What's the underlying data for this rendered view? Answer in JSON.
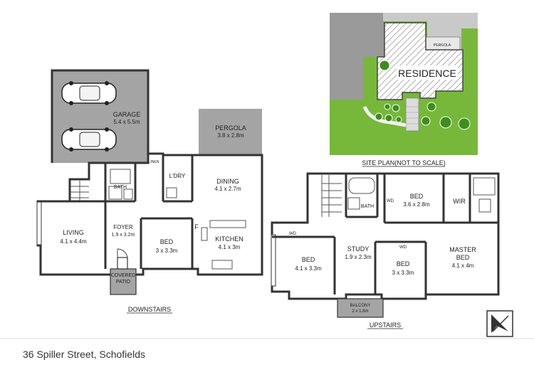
{
  "colors": {
    "grey_area": "#a4a4a4",
    "lawn": "#77b83a",
    "driveway": "#e6e6e6",
    "wall": "#333333"
  },
  "address": "36 Spiller Street, Schofields",
  "site_plan": {
    "caption": "SITE PLAN(NOT TO SCALE)",
    "residence_label": "RESIDENCE",
    "pergola_label": "PERGOLA"
  },
  "downstairs": {
    "caption": "DOWNSTAIRS",
    "rooms": {
      "garage": {
        "name": "GARAGE",
        "size": "5.4 x 5.5m"
      },
      "pergola": {
        "name": "PERGOLA",
        "size": "3.8 x 2.8m"
      },
      "linen": {
        "name": "LINEN"
      },
      "laundry": {
        "name": "L'DRY"
      },
      "bath": {
        "name": "BATH"
      },
      "dining": {
        "name": "DINING",
        "size": "4.1 x 2.7m"
      },
      "living": {
        "name": "LIVING",
        "size": "4.1 x 4.4m"
      },
      "foyer": {
        "name": "FOYER",
        "size": "1.9 x 3.2m"
      },
      "bed": {
        "name": "BED",
        "size": "3 x 3.3m"
      },
      "fridge": {
        "name": "F"
      },
      "kitchen": {
        "name": "KITCHEN",
        "size": "4.1 x 3m"
      },
      "covered_patio": {
        "line1": "COVERED",
        "line2": "PATIO"
      }
    }
  },
  "upstairs": {
    "caption": "UPSTAIRS",
    "rooms": {
      "bath": {
        "name": "BATH"
      },
      "bed1": {
        "name": "BED",
        "size": "3.6 x 2.8m"
      },
      "wd_bed1": {
        "name": "WD"
      },
      "wir": {
        "name": "WIR"
      },
      "wd_bed2": {
        "name": "WD"
      },
      "bed2": {
        "name": "BED",
        "size": "4.1 x 3.3m"
      },
      "study": {
        "name": "STUDY",
        "size": "1.9 x 2.3m"
      },
      "wd_bed3": {
        "name": "WD"
      },
      "bed3": {
        "name": "BED",
        "size": "3 x 3.3m"
      },
      "master": {
        "line1": "MASTER",
        "line2": "BED",
        "size": "4.1 x 4m"
      },
      "balcony": {
        "name": "BALCONY",
        "size": "2 x 1.8m"
      }
    }
  }
}
